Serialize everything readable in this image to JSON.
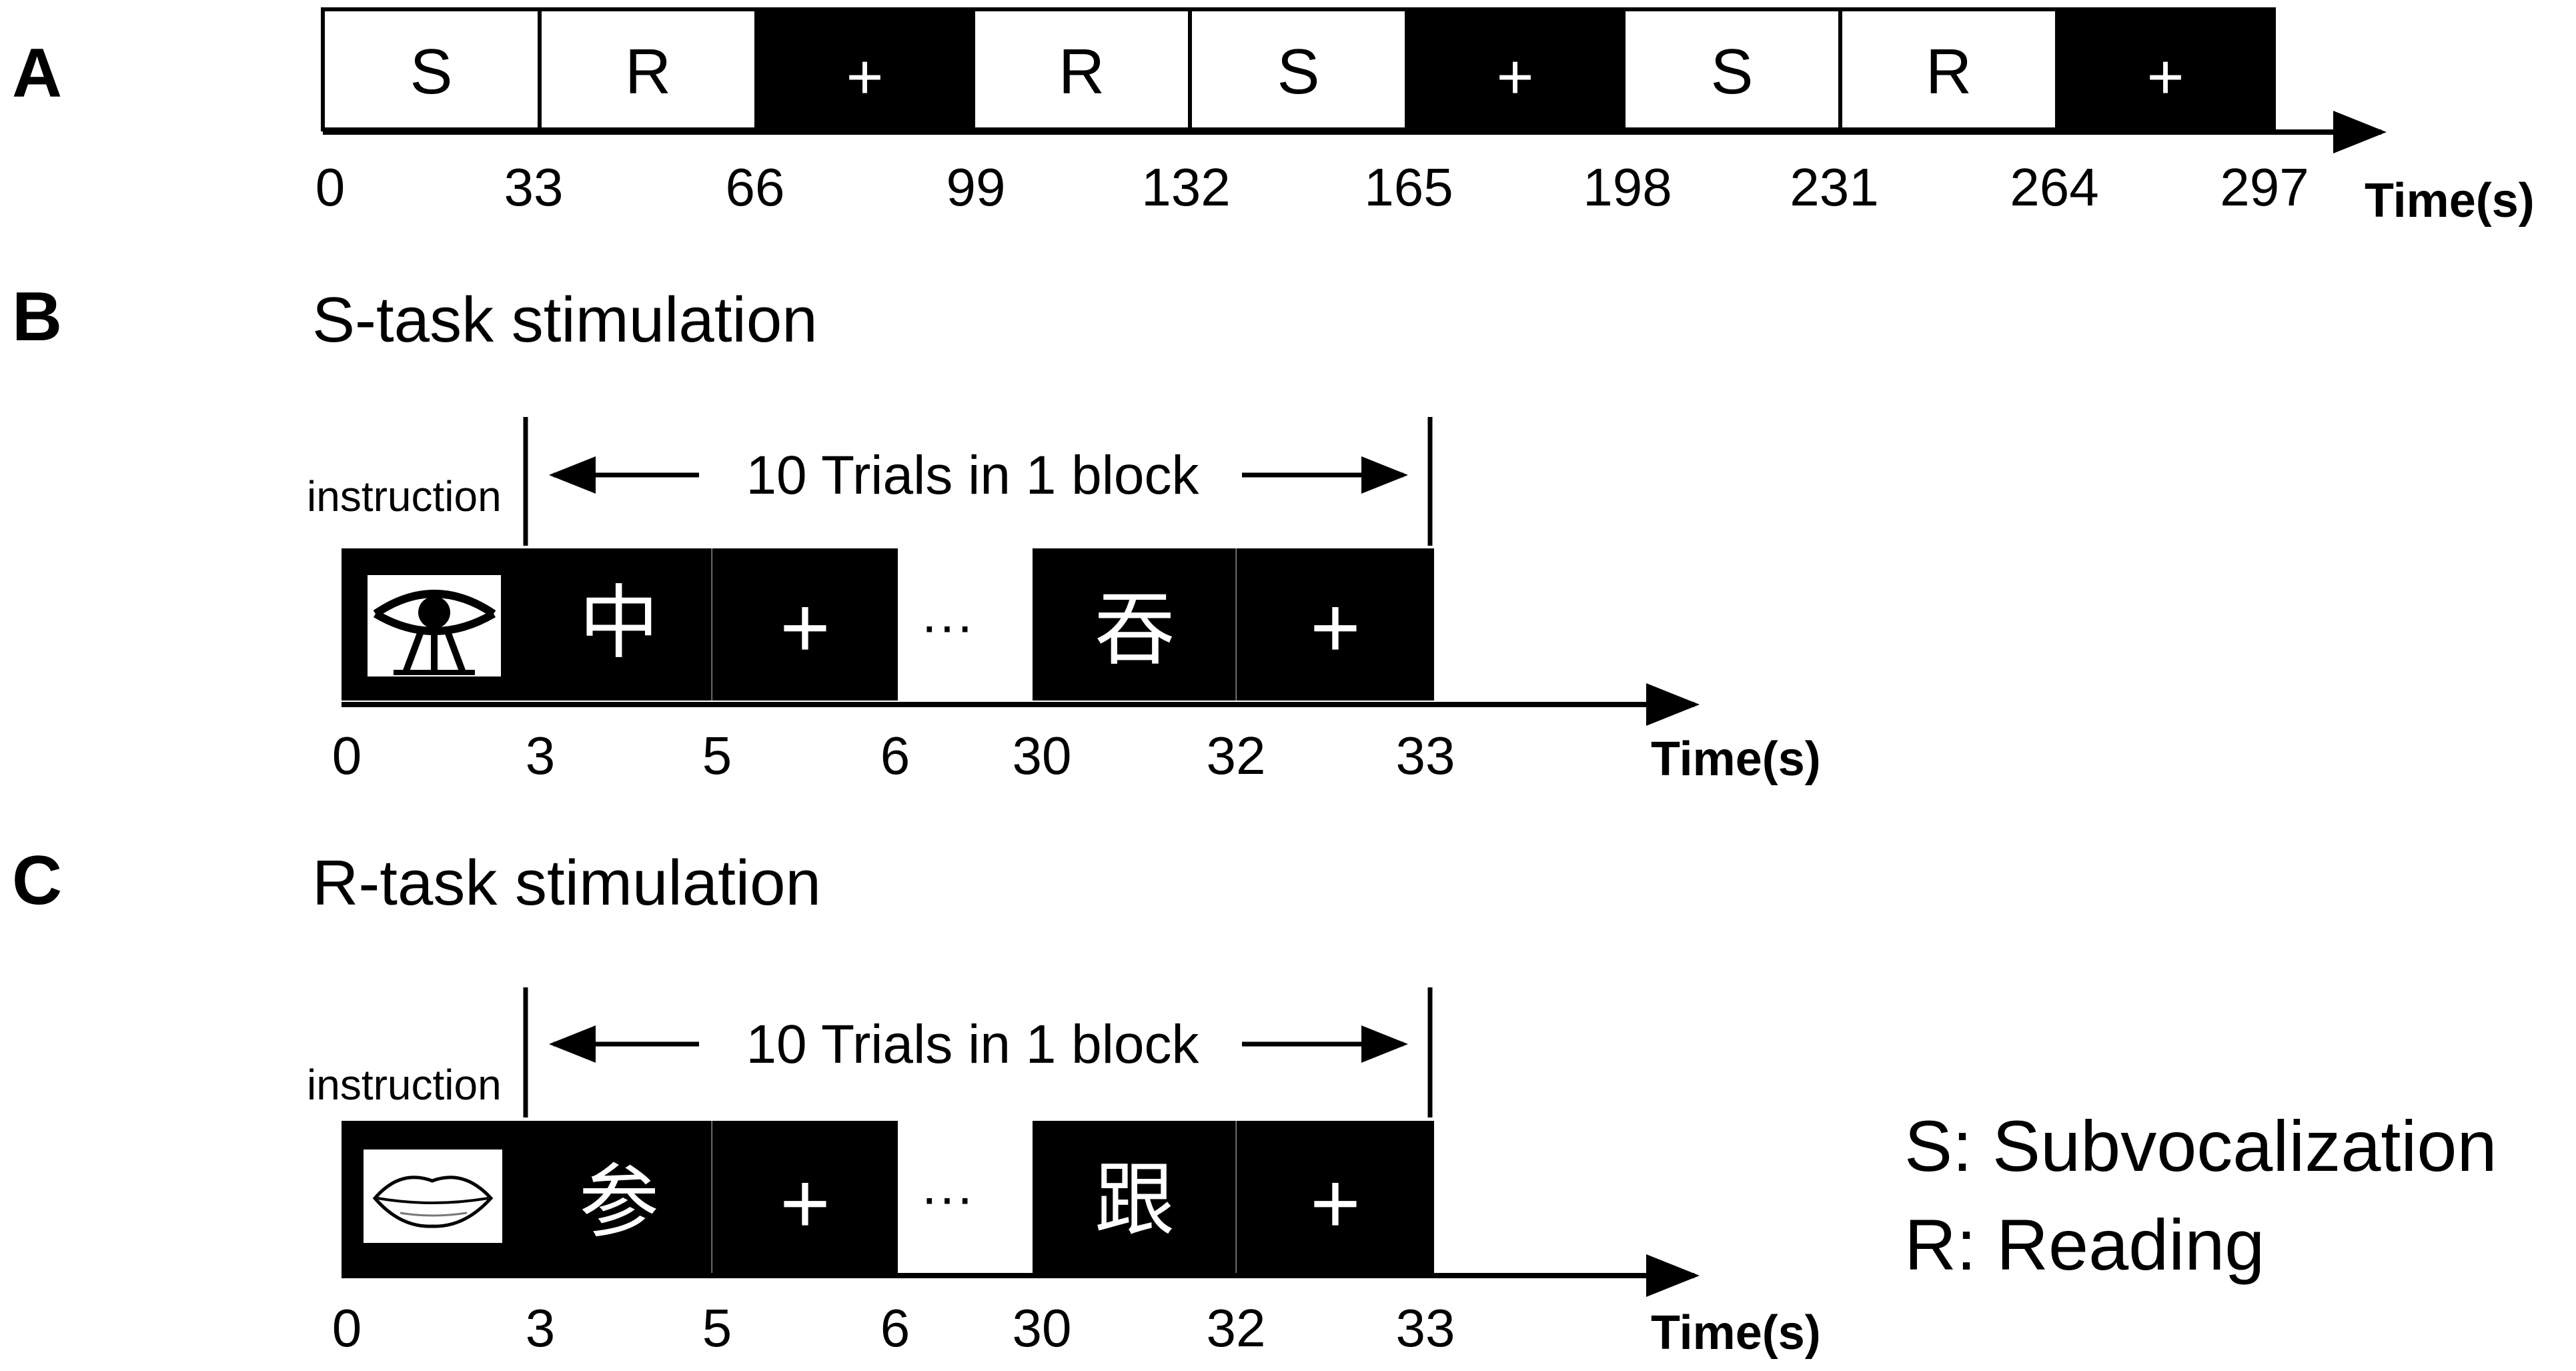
{
  "panel_a": {
    "letter": "A",
    "blocks": [
      {
        "label": "S",
        "style": "white"
      },
      {
        "label": "R",
        "style": "white"
      },
      {
        "label": "+",
        "style": "black"
      },
      {
        "label": "R",
        "style": "white"
      },
      {
        "label": "S",
        "style": "white"
      },
      {
        "label": "+",
        "style": "black"
      },
      {
        "label": "S",
        "style": "white"
      },
      {
        "label": "R",
        "style": "white"
      },
      {
        "label": "+",
        "style": "black"
      }
    ],
    "ticks": [
      "0",
      "33",
      "66",
      "99",
      "132",
      "165",
      "198",
      "231",
      "264",
      "297"
    ],
    "time_unit": "Time(s)"
  },
  "panel_b": {
    "letter": "B",
    "title": "S-task stimulation",
    "instruction_label": "instruction",
    "trials_label": "10 Trials in 1 block",
    "instruction_icon": "eye-icon",
    "stim_1": "中",
    "stim_2": "吞",
    "fixation": "+",
    "ellipsis": "···",
    "ticks": [
      "0",
      "3",
      "5",
      "6",
      "30",
      "32",
      "33"
    ],
    "time_unit": "Time(s)"
  },
  "panel_c": {
    "letter": "C",
    "title": "R-task stimulation",
    "instruction_label": "instruction",
    "trials_label": "10 Trials in 1 block",
    "instruction_icon": "lips-icon",
    "stim_1": "参",
    "stim_2": "跟",
    "fixation": "+",
    "ellipsis": "···",
    "ticks": [
      "0",
      "3",
      "5",
      "6",
      "30",
      "32",
      "33"
    ],
    "time_unit": "Time(s)"
  },
  "legend": {
    "s_line": "S: Subvocalization",
    "r_line": "R: Reading"
  },
  "colors": {
    "block_black": "#000000",
    "block_white": "#ffffff",
    "stroke": "#000000"
  }
}
